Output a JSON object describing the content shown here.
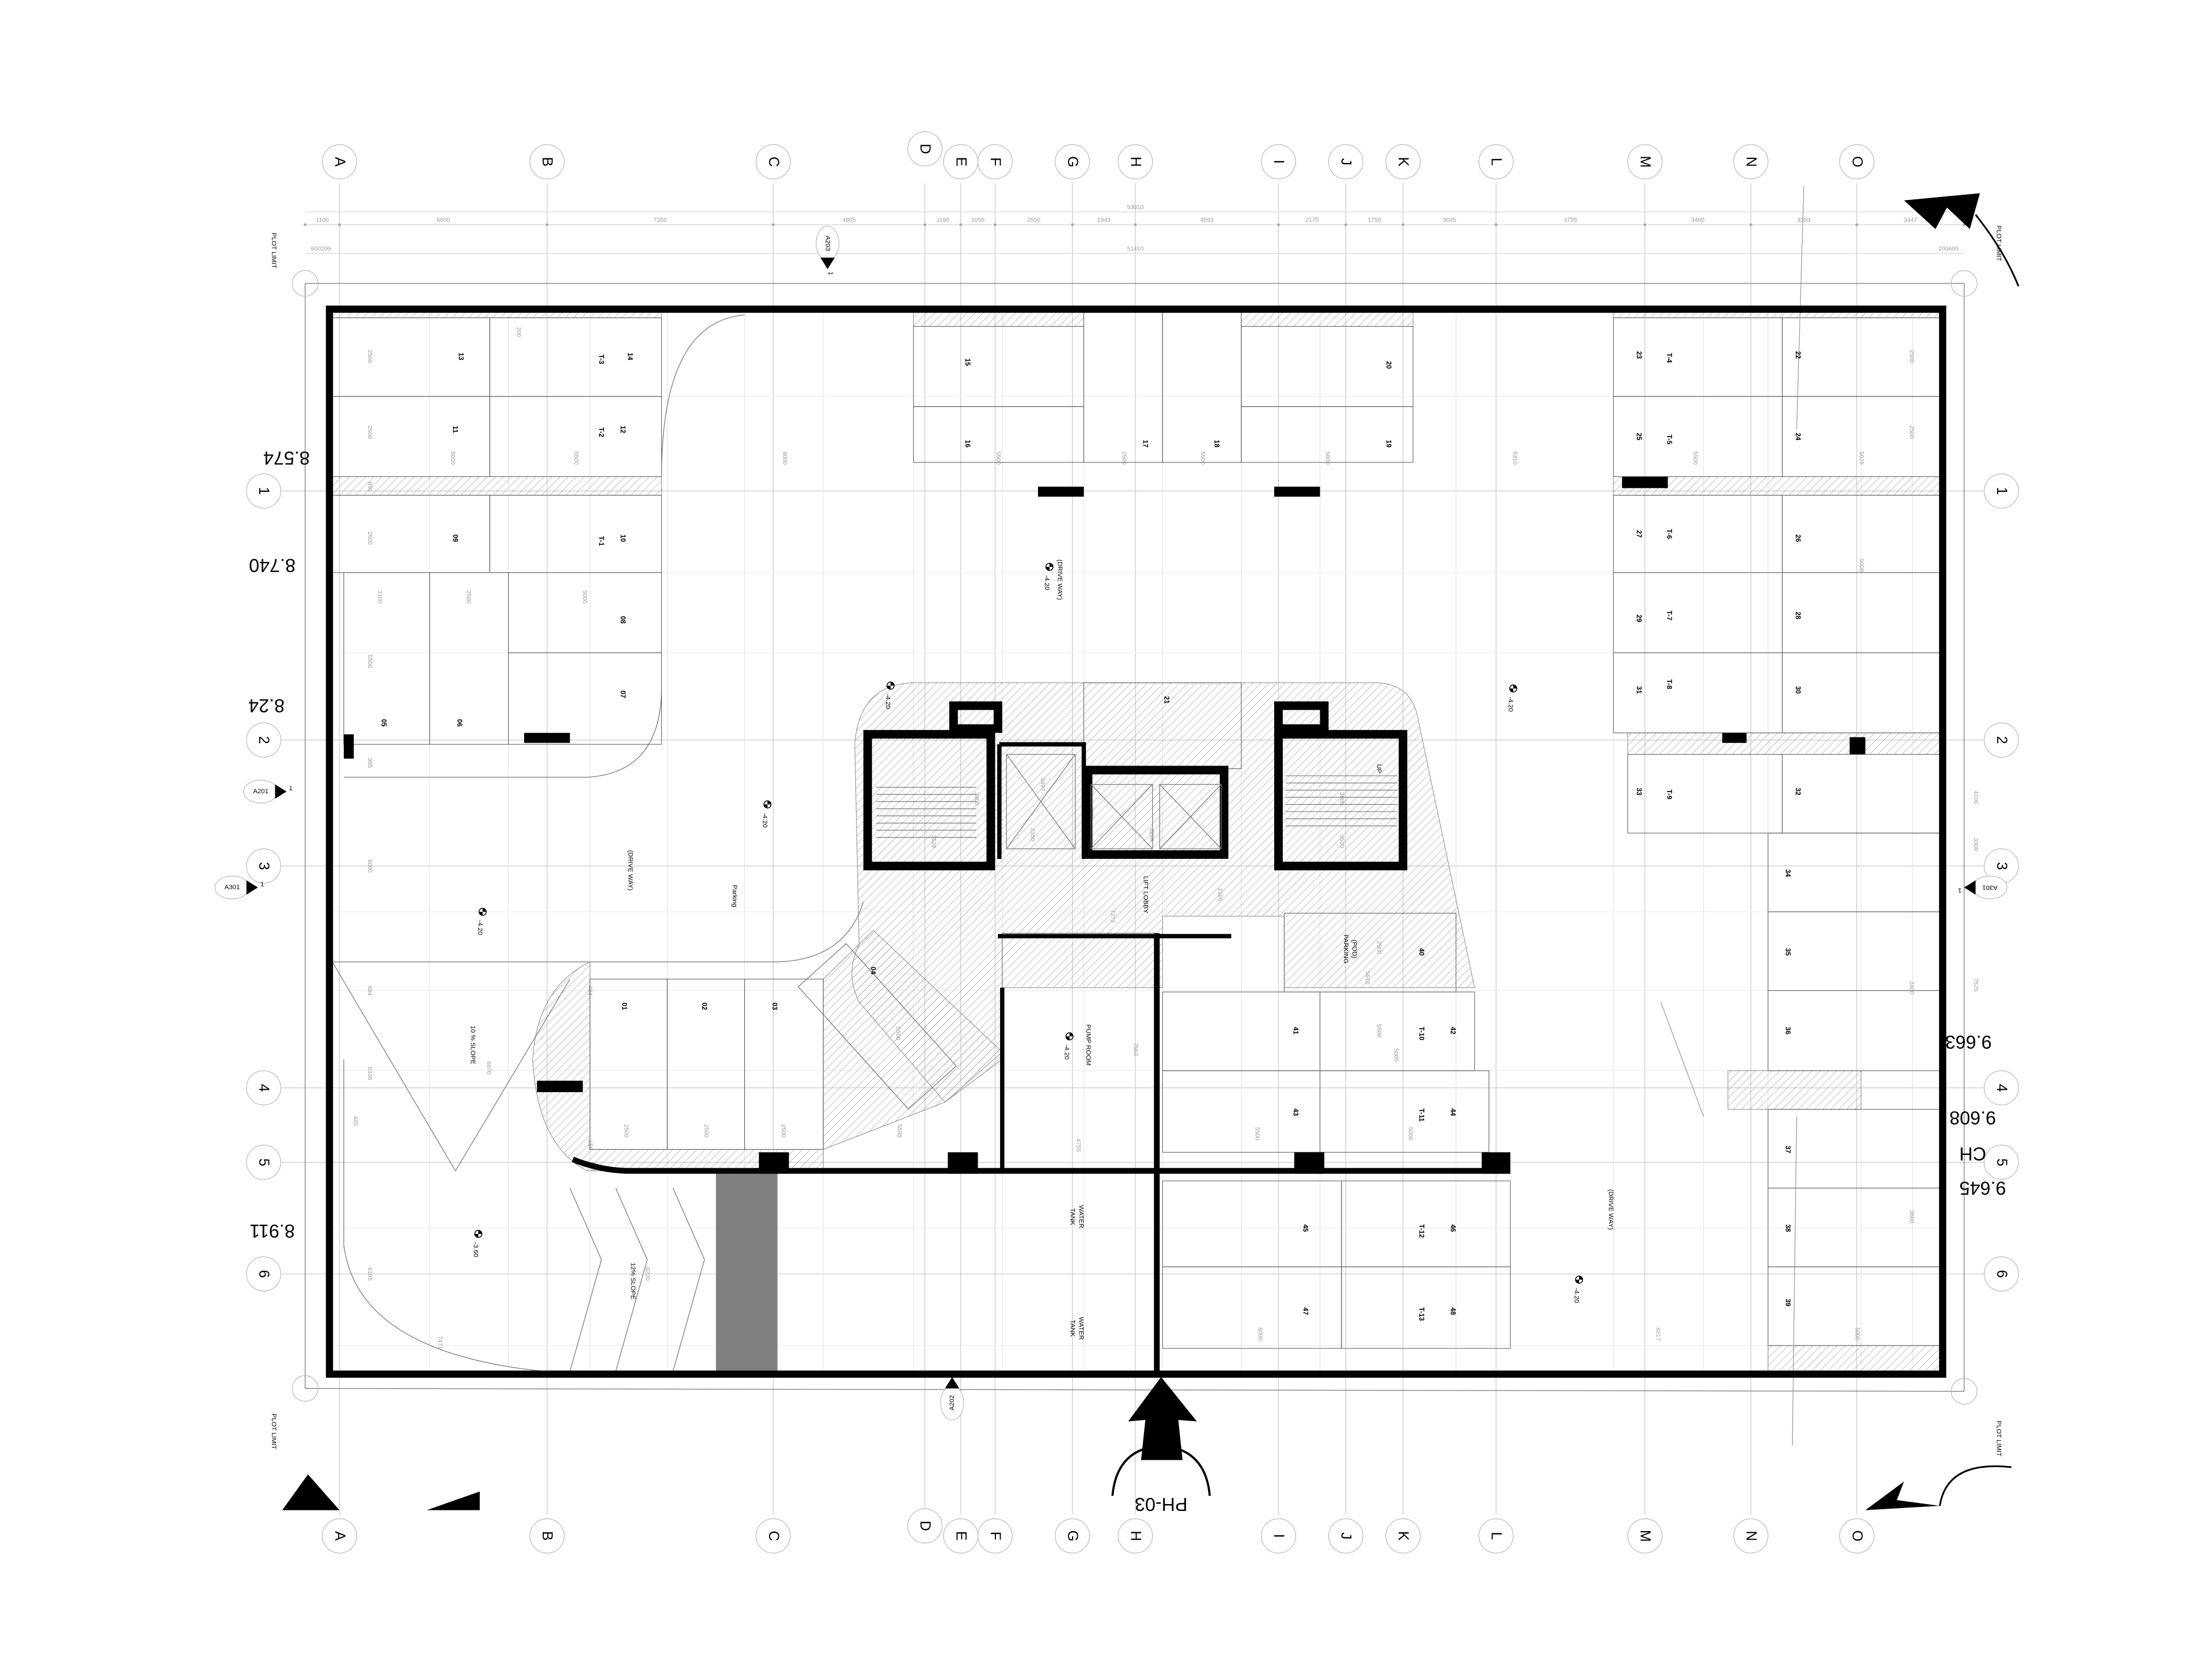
{
  "drawing": {
    "grid_columns": [
      "A",
      "B",
      "C",
      "D",
      "E",
      "F",
      "G",
      "H",
      "I",
      "J",
      "K",
      "L",
      "M",
      "N",
      "O"
    ],
    "grid_rows": [
      "1",
      "2",
      "3",
      "4",
      "5",
      "6"
    ],
    "top_dimension_chain": [
      "1100",
      "6600",
      "7255",
      "4805",
      "1190",
      "1055",
      "2550",
      "1943",
      "4593",
      "2170",
      "1750",
      "3045",
      "4755",
      "3400",
      "3353",
      "3447"
    ],
    "top_total_dimension": "53010",
    "second_total_dimension": "51410",
    "setback_dims_left": "600200",
    "setback_dims_right": "200600",
    "plot_limit_label": "PLOT LIMIT",
    "stalls": [
      "13",
      "14",
      "T-3",
      "11",
      "12",
      "T-2",
      "09",
      "10",
      "T-1",
      "08",
      "07",
      "05",
      "06",
      "15",
      "16",
      "17",
      "18",
      "20",
      "19",
      "21",
      "23",
      "T-4",
      "22",
      "25",
      "T-5",
      "24",
      "27",
      "T-6",
      "26",
      "29",
      "T-7",
      "28",
      "31",
      "T-8",
      "30",
      "33",
      "T-9",
      "32",
      "34",
      "35",
      "36",
      "37",
      "38",
      "39",
      "40",
      "41",
      "T-10",
      "42",
      "43",
      "T-11",
      "44",
      "45",
      "T-12",
      "46",
      "47",
      "T-13",
      "48",
      "01",
      "02",
      "03",
      "04"
    ],
    "rooms": {
      "drive_way": "(DRIVE WAY)",
      "parking": "Parking",
      "pod_parking_1": "(POD)",
      "pod_parking_2": "PARKING",
      "lift_lobby": "LIFT LOBBY",
      "pump_room": "PUMP ROOM",
      "water_tank_1": "WATER",
      "water_tank_2": "TANK",
      "slope_10": "10 % SLOPE",
      "slope_12": "12% SLOPE",
      "up": "UP"
    },
    "elevations": [
      "-4.20",
      "-3.60"
    ],
    "levels_left": [
      "8.574",
      "8.740",
      "8.24",
      "8.911"
    ],
    "levels_right": [
      "9.663",
      "9.608",
      "9.645",
      "CH"
    ],
    "section_refs": {
      "top": {
        "sheet": "A203",
        "num": "1"
      },
      "left": {
        "sheet": "A201",
        "num": "1"
      },
      "left_3": {
        "sheet": "A301",
        "num": "1"
      },
      "right_3": {
        "sheet": "A301",
        "num": "1"
      },
      "bottom": {
        "sheet": "A202",
        "num": "1"
      }
    },
    "entry_marker": "PH-03",
    "interior_dims": [
      "2500",
      "2500",
      "2500",
      "5000",
      "5500",
      "200",
      "850",
      "8000",
      "5500",
      "2500",
      "5500",
      "5000",
      "6310",
      "5500",
      "5025",
      "5000",
      "2500",
      "2500",
      "3100",
      "2500",
      "5000",
      "5500",
      "985",
      "6000",
      "3520",
      "3497",
      "2350",
      "4298",
      "2400",
      "2400",
      "3800",
      "3800",
      "3520",
      "7373",
      "2100",
      "7563",
      "5610",
      "5000",
      "5500",
      "5000",
      "6336",
      "6870",
      "425",
      "484",
      "484",
      "5500",
      "2500",
      "2500",
      "2500",
      "150",
      "611",
      "6220",
      "7471",
      "6195",
      "4755",
      "5598",
      "2500",
      "5500",
      "6000",
      "8217",
      "5000",
      "2400",
      "3600",
      "7525",
      "4100",
      "3300"
    ]
  }
}
